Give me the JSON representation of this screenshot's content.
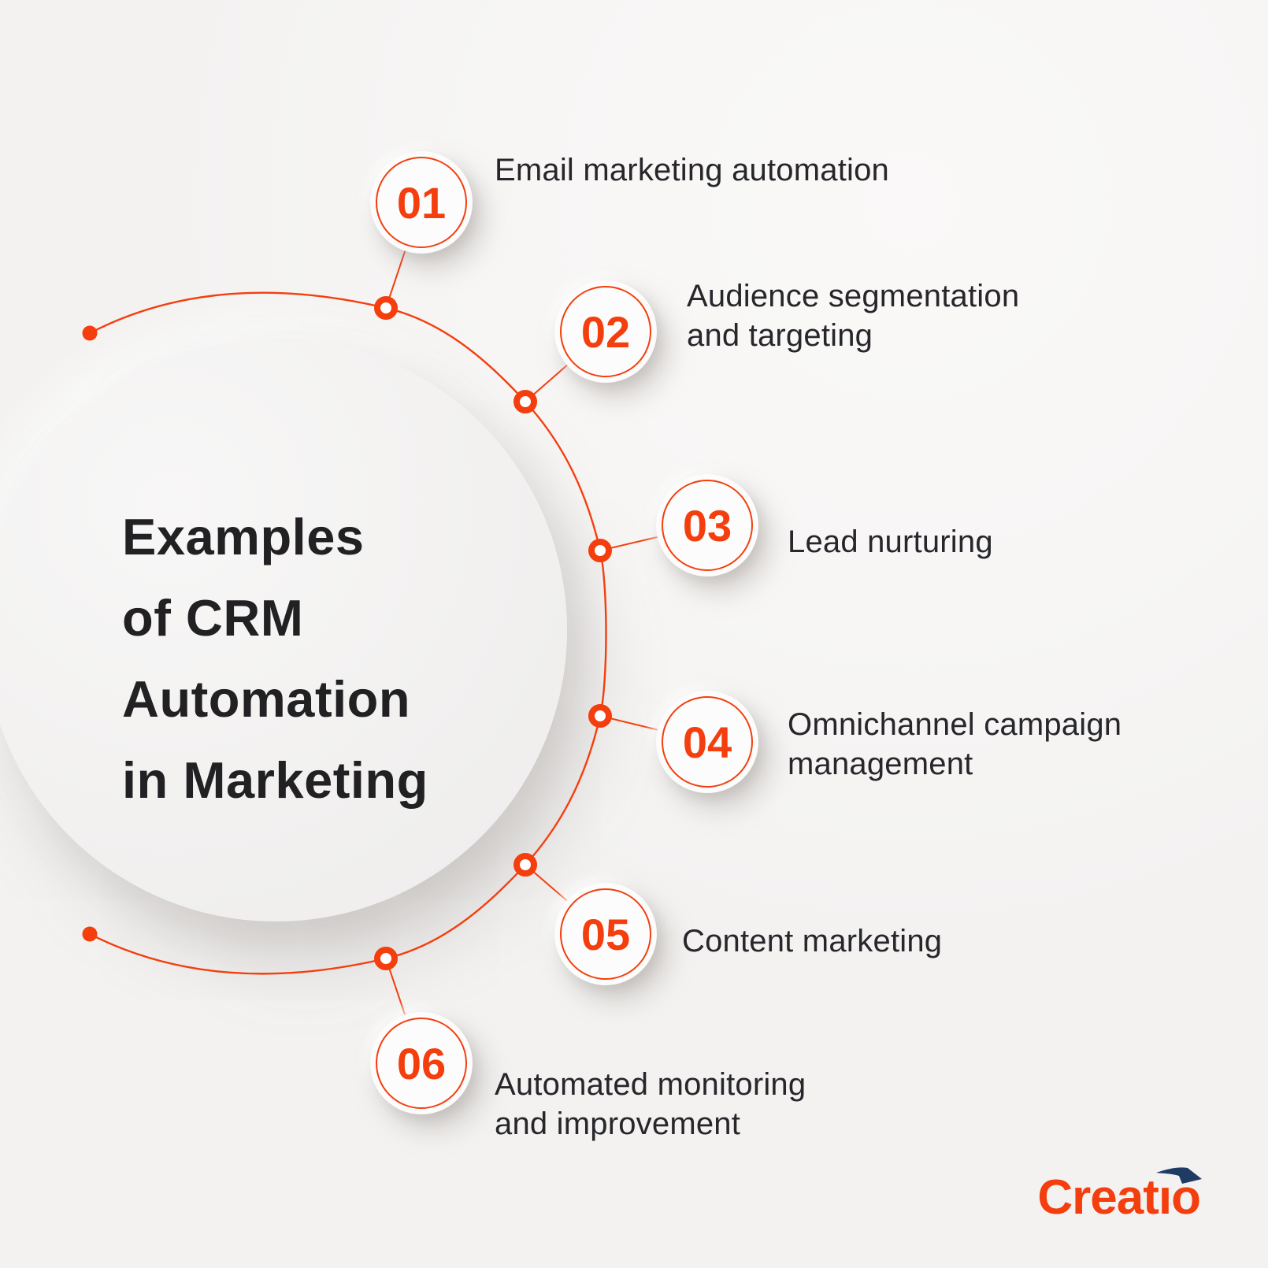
{
  "title": {
    "text": "Examples\nof CRM\nAutomation\nin Marketing"
  },
  "steps": [
    {
      "number": "01",
      "label": "Email marketing automation"
    },
    {
      "number": "02",
      "label": "Audience segmentation\nand targeting"
    },
    {
      "number": "03",
      "label": "Lead nurturing"
    },
    {
      "number": "04",
      "label": "Omnichannel campaign\nmanagement"
    },
    {
      "number": "05",
      "label": "Content marketing"
    },
    {
      "number": "06",
      "label": "Automated monitoring\nand improvement"
    }
  ],
  "logo": {
    "text": "Creatıo"
  },
  "colors": {
    "accent": "#F43E0D",
    "text": "#26262B",
    "title": "#212124",
    "background": "#F3F2F1",
    "logo_arrow": "#1F3A63"
  }
}
